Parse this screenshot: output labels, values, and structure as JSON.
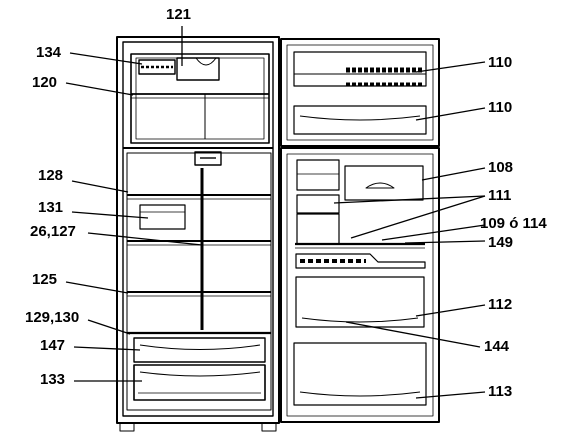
{
  "colors": {
    "ink": "#000000",
    "paper": "#ffffff"
  },
  "labels": {
    "l121": "121",
    "l134": "134",
    "l120": "120",
    "l128": "128",
    "l131": "131",
    "l26_127": "26,127",
    "l125": "125",
    "l129_130": "129,130",
    "l147": "147",
    "l133": "133",
    "l110a": "110",
    "l110b": "110",
    "l108": "108",
    "l111": "111",
    "l109_114": "109 ó 114",
    "l149": "149",
    "l112": "112",
    "l144": "144",
    "l113": "113"
  }
}
